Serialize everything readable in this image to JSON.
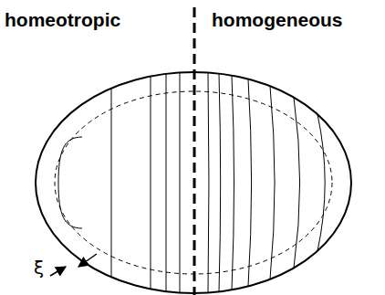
{
  "diagram": {
    "labels": [
      "homeotropic",
      "homogeneous",
      "ξ"
    ]
  }
}
